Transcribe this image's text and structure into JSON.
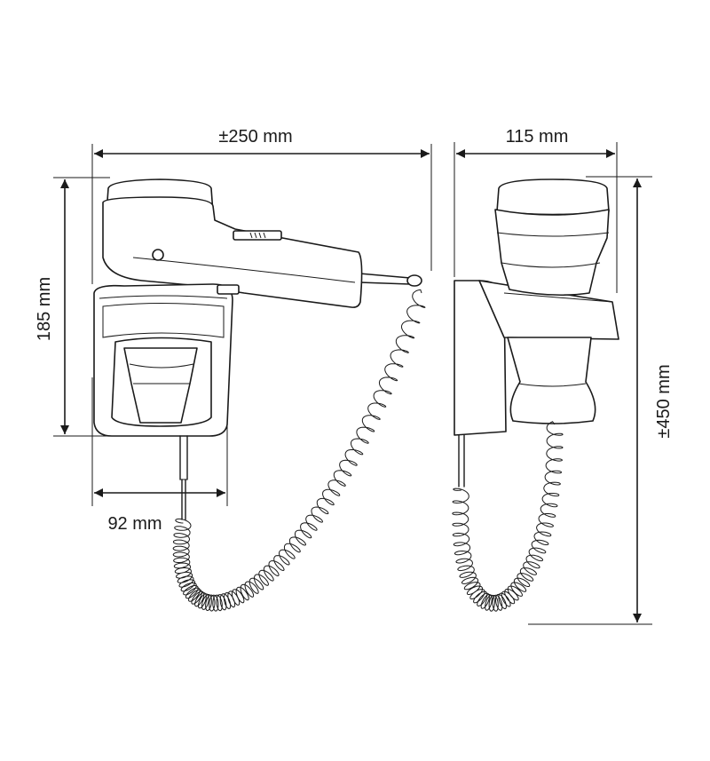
{
  "dimensions": {
    "width_total": "±250 mm",
    "depth_side": "115 mm",
    "height_holder": "185 mm",
    "height_total": "±450 mm",
    "width_holder": "92 mm"
  },
  "colors": {
    "line": "#1a1a1a",
    "background": "#ffffff"
  }
}
